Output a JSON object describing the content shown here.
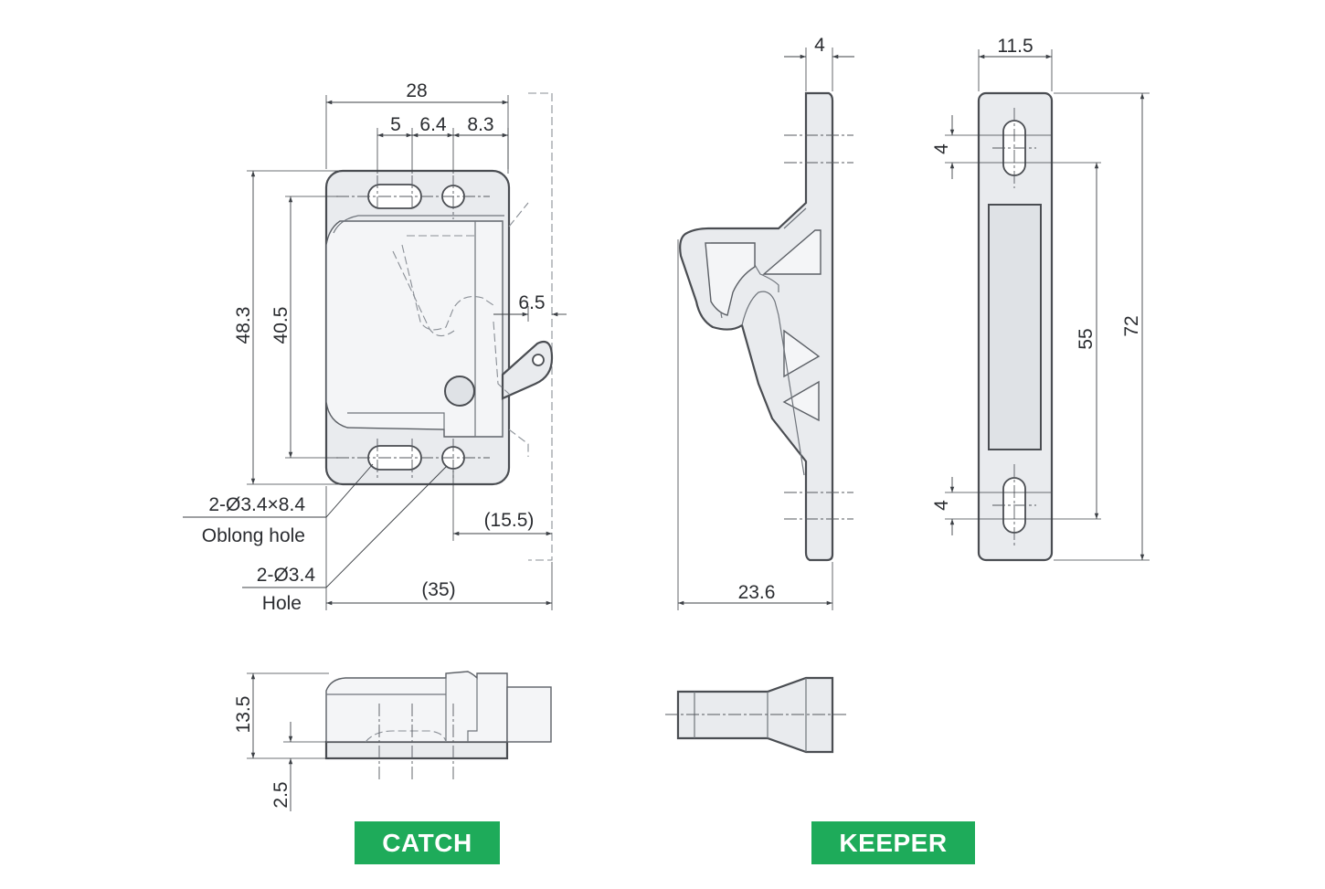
{
  "labels": {
    "catch": "CATCH",
    "keeper": "KEEPER"
  },
  "colors": {
    "badge_green": "#1eab5a",
    "part_fill": "#e9ebee",
    "outline": "#4a4d52"
  },
  "catch_front": {
    "width_overall": "28",
    "hole_spacing_1": "5",
    "hole_spacing_2": "6.4",
    "hole_spacing_3": "8.3",
    "height_overall": "48.3",
    "hole_pitch": "40.5",
    "latch_offset": "6.5",
    "latch_reach": "(15.5)",
    "total_length": "(35)",
    "oblong_hole_spec": "2-Ø3.4×8.4",
    "oblong_hole_label": "Oblong hole",
    "round_hole_spec": "2-Ø3.4",
    "round_hole_label": "Hole"
  },
  "catch_side": {
    "height": "13.5",
    "base_thickness": "2.5"
  },
  "keeper_side": {
    "plate_thickness": "4",
    "depth": "23.6"
  },
  "keeper_front": {
    "width": "11.5",
    "slot_top": "4",
    "slot_bottom": "4",
    "hole_pitch": "55",
    "height": "72"
  }
}
